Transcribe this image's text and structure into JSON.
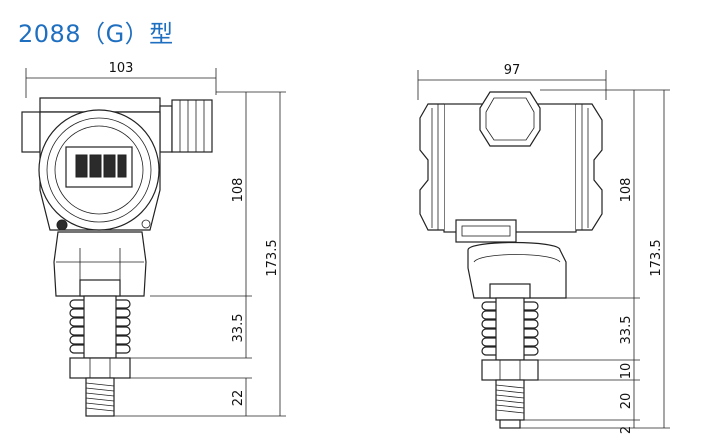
{
  "title": "2088（G）型",
  "front_view": {
    "width_label": "103",
    "housing_height_label": "108",
    "total_height_label": "173.5",
    "neck_height_label": "33.5",
    "thread_height_label": "22"
  },
  "side_view": {
    "width_label": "97",
    "housing_height_label": "108",
    "total_height_label": "173.5",
    "neck_height_label": "33.5",
    "hex_height_label": "10",
    "thread_height_label": "20",
    "bottom_label": "2"
  },
  "colors": {
    "title": "#1f6fc0",
    "line": "#222222"
  }
}
